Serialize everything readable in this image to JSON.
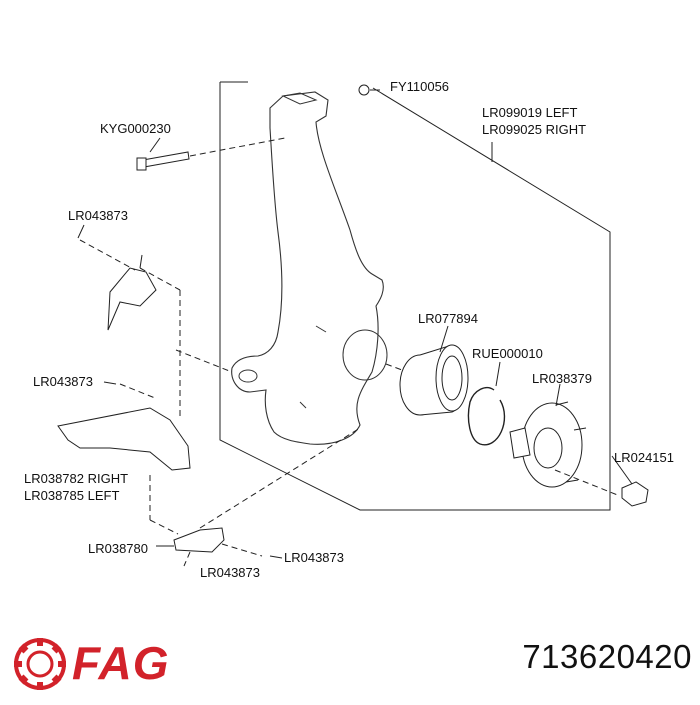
{
  "labels": {
    "fy110056": "FY110056",
    "kyg000230": "KYG000230",
    "lr099019": "LR099019 LEFT",
    "lr099025": "LR099025 RIGHT",
    "lr043873_a": "LR043873",
    "lr043873_b": "LR043873",
    "lr043873_c": "LR043873",
    "lr043873_d": "LR043873",
    "lr077894": "LR077894",
    "rue000010": "RUE000010",
    "lr038379": "LR038379",
    "lr024151": "LR024151",
    "lr038782": "LR038782 RIGHT",
    "lr038785": "LR038785 LEFT",
    "lr038780": "LR038780"
  },
  "brand": {
    "name": "FAG",
    "color": "#d2222a"
  },
  "part_number": "713620420"
}
